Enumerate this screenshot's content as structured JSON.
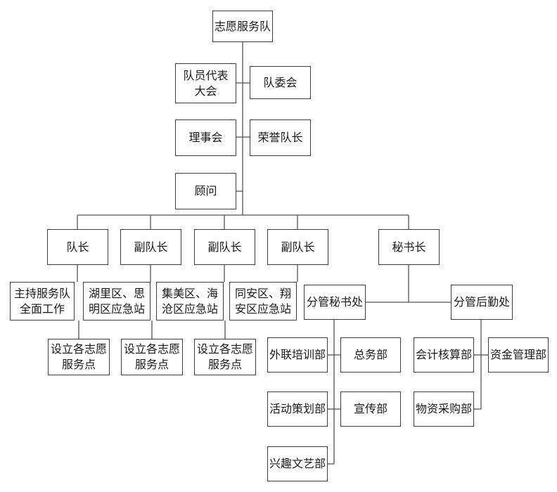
{
  "org_chart": {
    "top": "志愿服务队",
    "assembly": "队员代表大会",
    "committee": "队委会",
    "council": "理事会",
    "honorary_captain": "荣誉队长",
    "advisor": "顾问",
    "captain": "队长",
    "vice_captain_1": "副队长",
    "vice_captain_2": "副队长",
    "vice_captain_3": "副队长",
    "secretary_general": "秘书长",
    "captain_duty": "主持服务队全面工作",
    "vice1_duty": "湖里区、思明区应急站",
    "vice2_duty": "集美区、海沧区应急站",
    "vice3_duty": "同安区、翔安区应急站",
    "service_point_1": "设立各志愿服务点",
    "service_point_2": "设立各志愿服务点",
    "service_point_3": "设立各志愿服务点",
    "secretariat": "分管秘书处",
    "logistics": "分管后勤处",
    "external_training": "外联培训部",
    "general_affairs": "总务部",
    "activity_planning": "活动策划部",
    "publicity": "宣传部",
    "arts": "兴趣文艺部",
    "accounting": "会计核算部",
    "fund_management": "资金管理部",
    "procurement": "物资采购部"
  },
  "colors": {
    "line": "#555555",
    "border": "#3c3c3c",
    "text": "#1a1a1a"
  }
}
